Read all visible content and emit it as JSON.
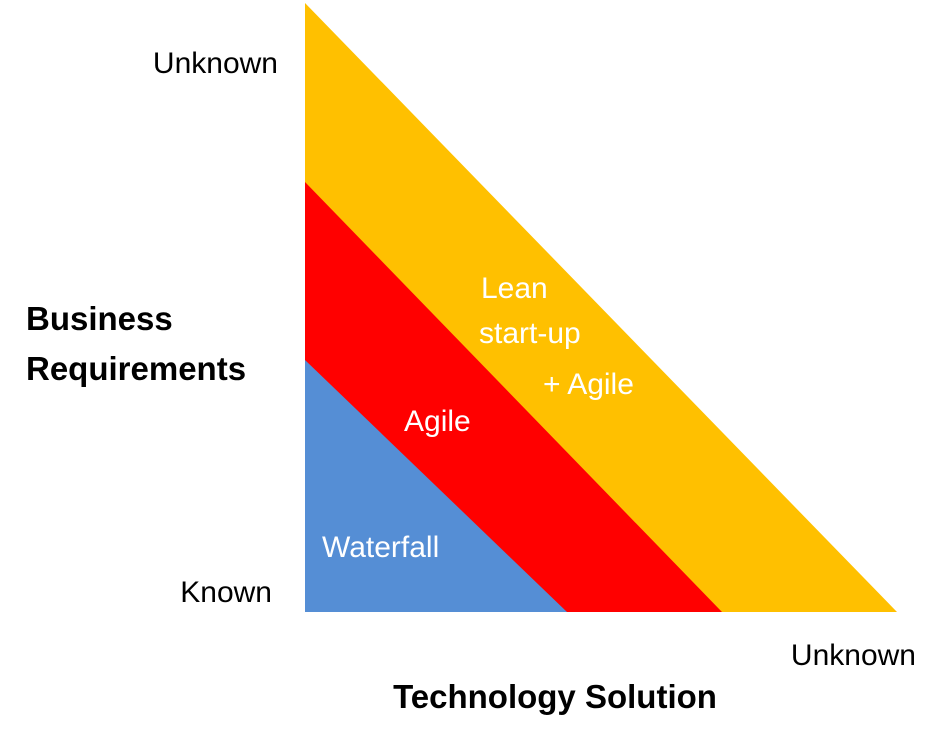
{
  "diagram": {
    "y_axis": {
      "title_lines": [
        "Business",
        "Requirements"
      ],
      "top_label": "Unknown",
      "bottom_label": "Known"
    },
    "x_axis": {
      "title": "Technology Solution",
      "right_label": "Unknown"
    },
    "zones": [
      {
        "id": "lean",
        "label_lines": [
          "Lean",
          "start-up",
          "+ Agile"
        ],
        "color": "#FFC000"
      },
      {
        "id": "agile",
        "label_lines": [
          "Agile"
        ],
        "color": "#FF0000"
      },
      {
        "id": "waterfall",
        "label_lines": [
          "Waterfall"
        ],
        "color": "#558ED5"
      }
    ]
  }
}
